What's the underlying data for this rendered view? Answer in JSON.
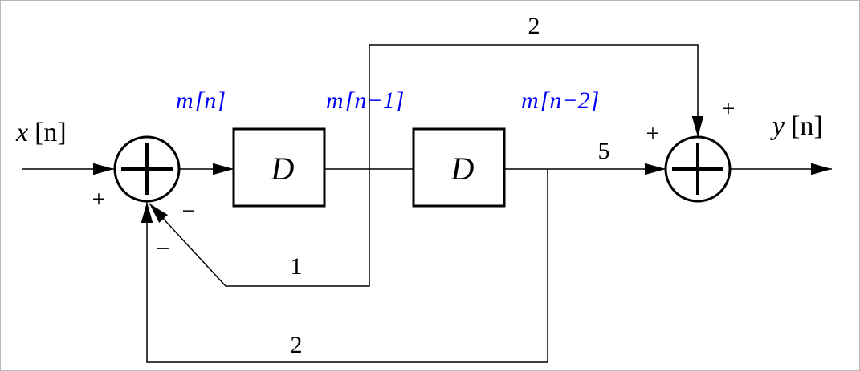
{
  "colors": {
    "line": "#000000",
    "signal_label": "#0000ff",
    "border": "#b8b8b8",
    "background": "#ffffff"
  },
  "input": {
    "var": "x",
    "index": "[n]"
  },
  "output": {
    "var": "y",
    "index": "[n]"
  },
  "signals": {
    "m_n": {
      "var": "m",
      "index": "[n]"
    },
    "m_n1": {
      "var": "m",
      "index": "[n−1]"
    },
    "m_n2": {
      "var": "m",
      "index": "[n−2]"
    }
  },
  "blocks": {
    "delay1": "D",
    "delay2": "D"
  },
  "gains": {
    "feedforward_top": "2",
    "feedforward_direct": "5",
    "feedback_inner": "1",
    "feedback_outer": "2"
  },
  "signs": {
    "sum1_input": "+",
    "sum1_feedback_inner": "−",
    "sum1_feedback_outer": "−",
    "sum2_left": "+",
    "sum2_top": "+"
  }
}
